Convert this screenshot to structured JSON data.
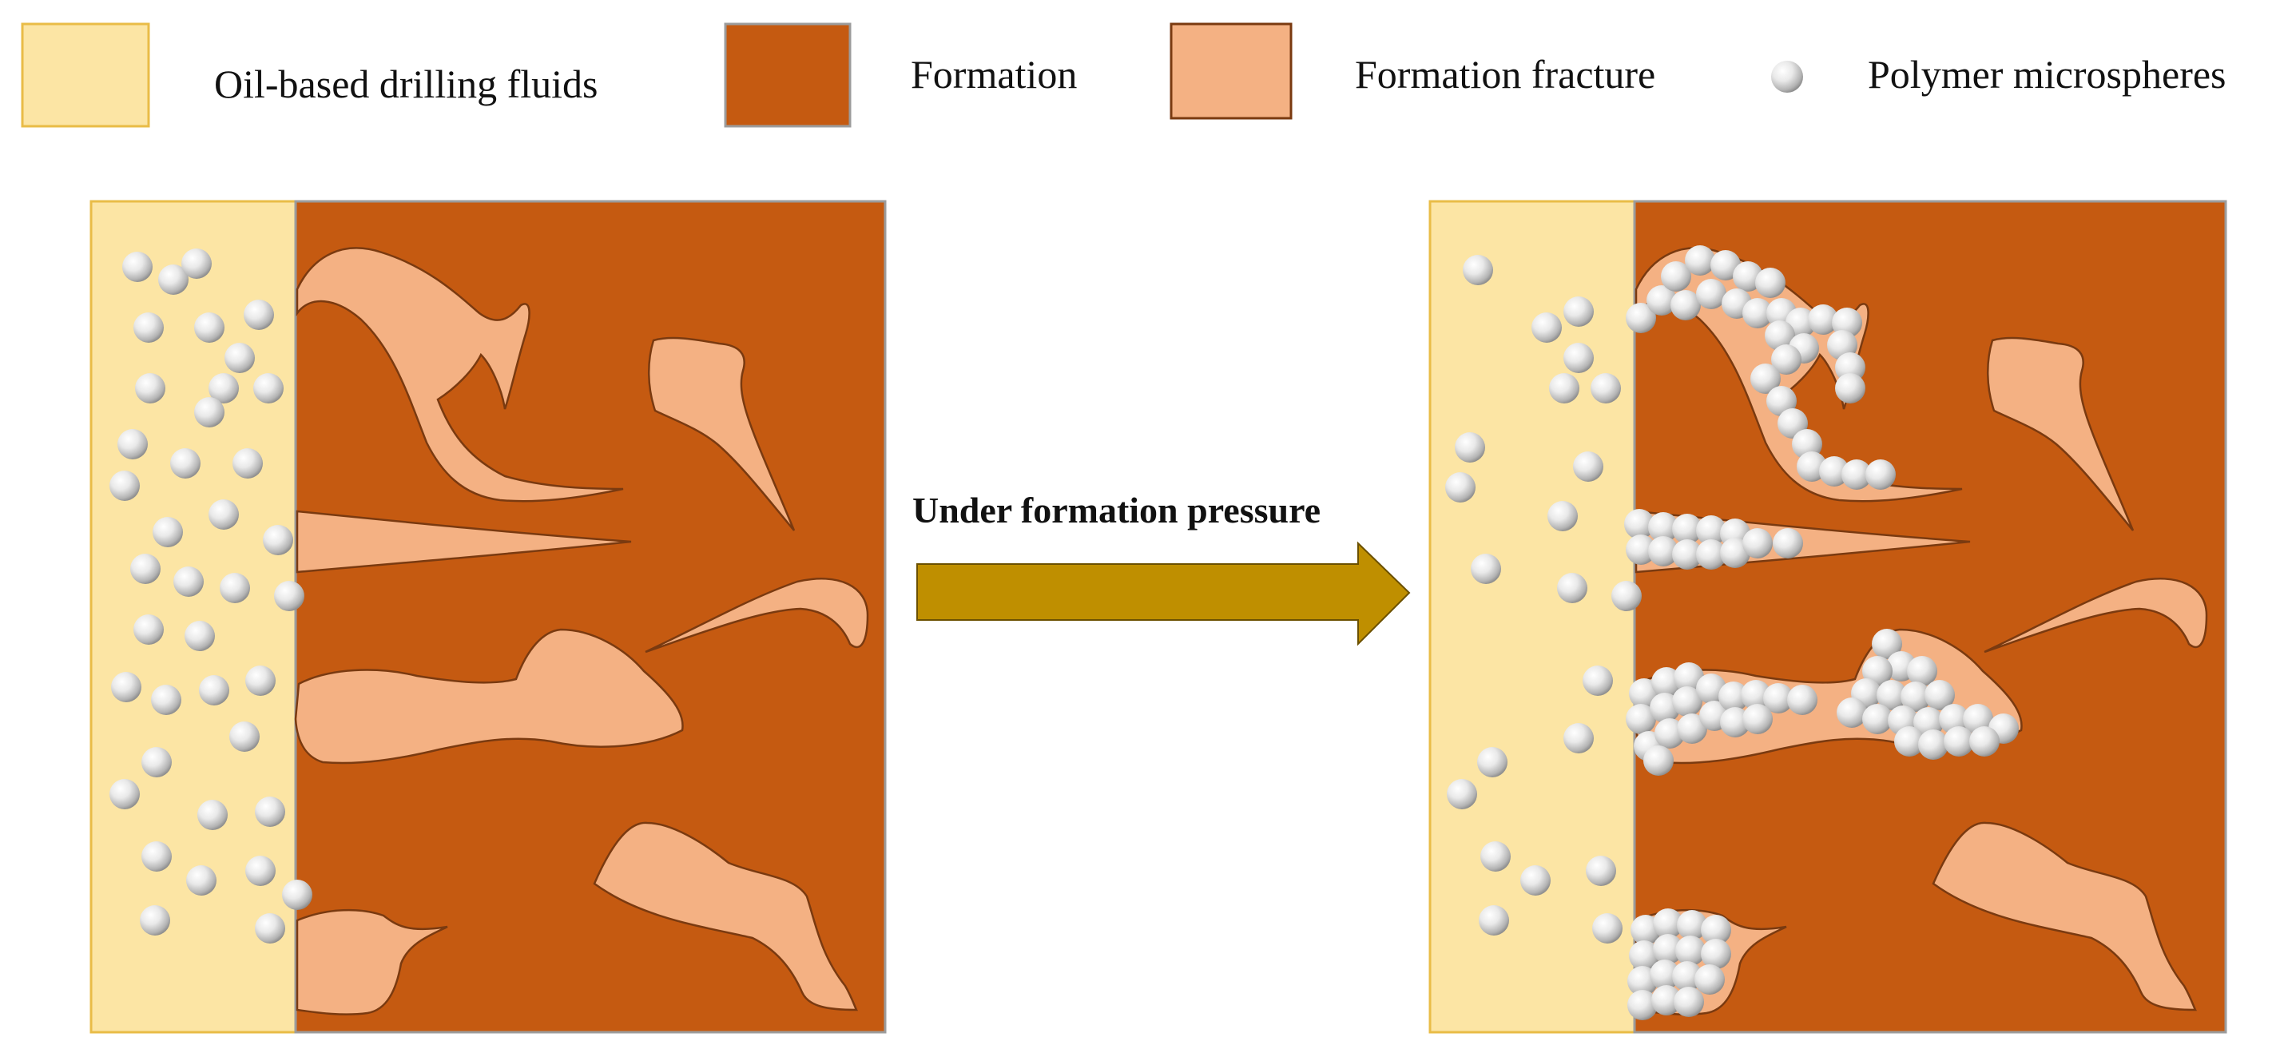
{
  "legend": {
    "items": [
      {
        "key": "oil",
        "label": "Oil-based drilling fluids"
      },
      {
        "key": "formation",
        "label": "Formation"
      },
      {
        "key": "fracture",
        "label": "Formation fracture"
      },
      {
        "key": "microsphere",
        "label": "Polymer microspheres"
      }
    ]
  },
  "arrow": {
    "label": "Under formation pressure"
  },
  "colors": {
    "oil_fluid": "#FCE5A4",
    "oil_border": "#E9BC47",
    "formation": "#C55A11",
    "formation_border": "#9C9C9C",
    "fracture": "#F4B183",
    "fracture_border": "#7A3A10",
    "arrow": "#BF8F00",
    "microsphere": "#E6E6E6"
  }
}
